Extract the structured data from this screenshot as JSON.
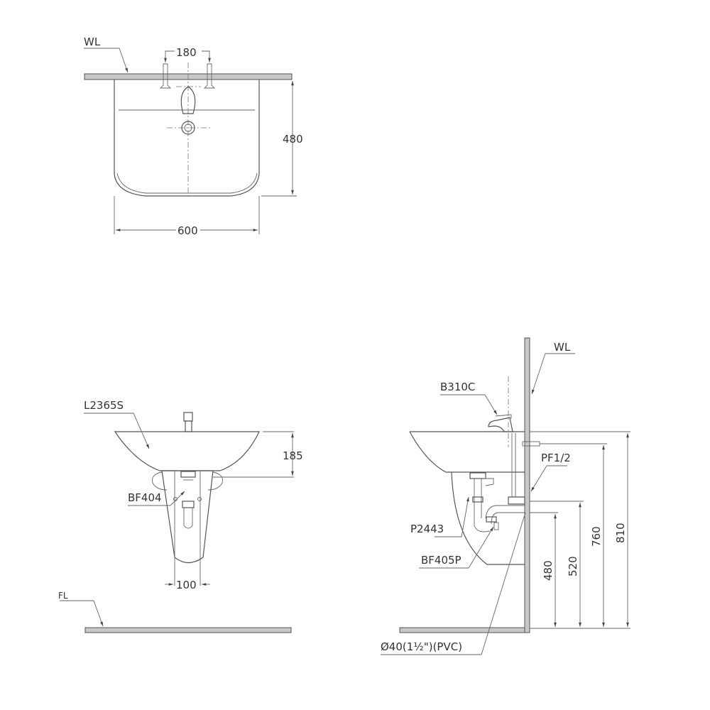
{
  "top_view": {
    "wall_label": "WL",
    "dims": {
      "tap_spacing": "180",
      "depth": "480",
      "width": "600"
    }
  },
  "front_view": {
    "labels": {
      "basin": "L2365S",
      "waste": "BF404",
      "floor": "FL"
    },
    "dims": {
      "basin_height": "185",
      "pedestal_width": "100"
    }
  },
  "side_view": {
    "labels": {
      "wall": "WL",
      "faucet": "B310C",
      "supply": "PF1/2",
      "pedestal": "P2443",
      "trap": "BF405P",
      "drain_pipe": "Ø40(1½\")(PVC)"
    },
    "dims": {
      "drain_height": "480",
      "supply_height": "520",
      "bracket_height": "760",
      "rim_height": "810"
    }
  }
}
